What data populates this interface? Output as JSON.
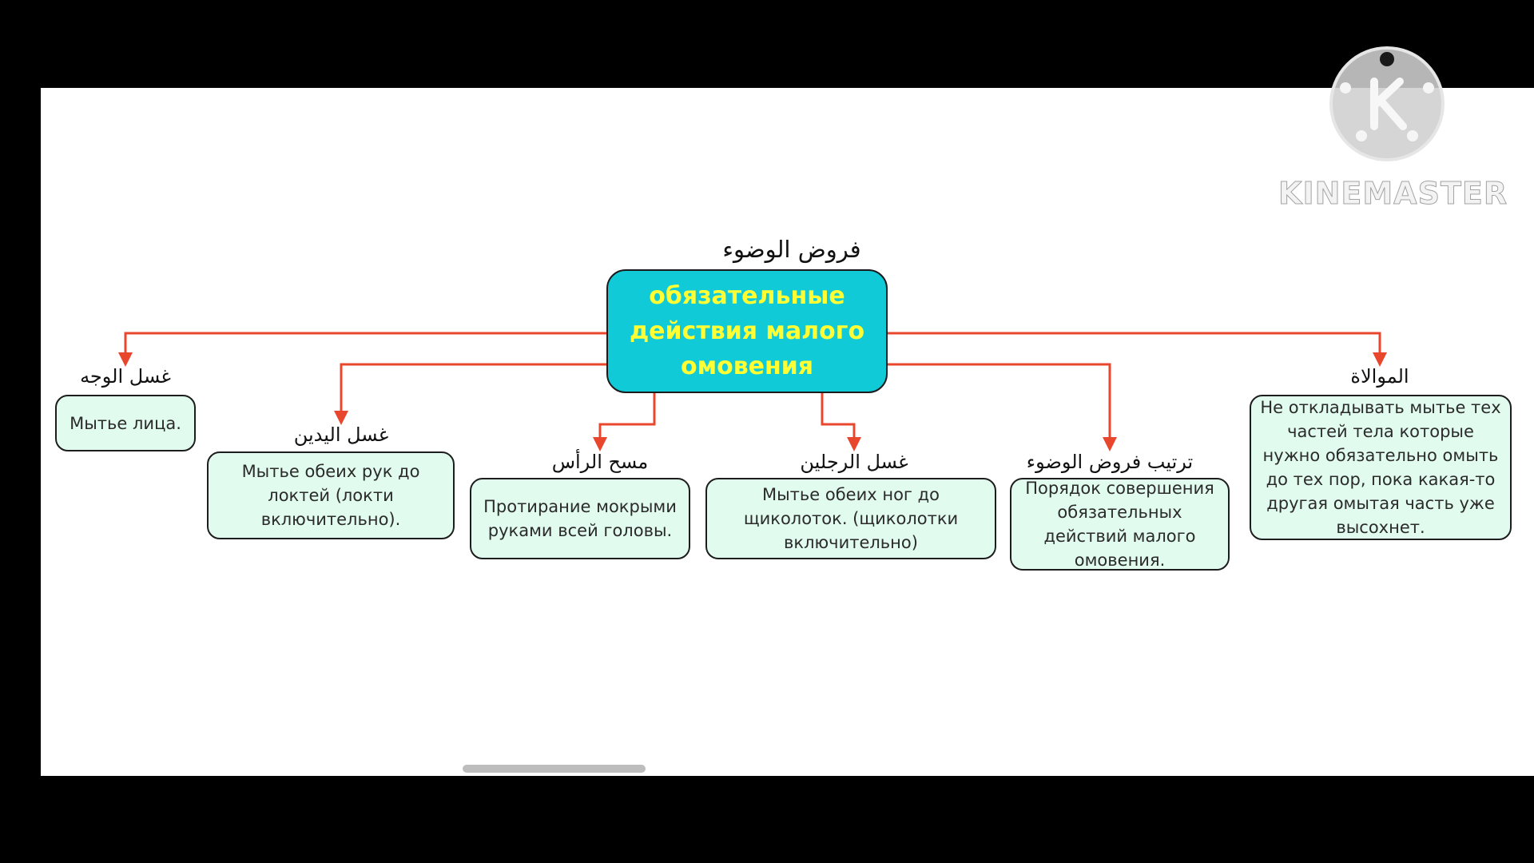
{
  "diagram": {
    "title": "فروض الوضوء",
    "center": "обязательные действия малого омовения",
    "nodes": [
      {
        "label": "غسل الوجه",
        "text": "Мытье лица."
      },
      {
        "label": "غسل اليدين",
        "text": "Мытье обеих рук до локтей (локти включительно)."
      },
      {
        "label": "مسح الرأس",
        "text": "Протирание мокрыми руками всей головы."
      },
      {
        "label": "غسل الرجلين",
        "text": "Мытье обеих ног до щиколоток. (щиколотки включительно)"
      },
      {
        "label": "ترتيب فروض الوضوء",
        "text": "Порядок совершения обязательных действий малого омовения."
      },
      {
        "label": "الموالاة",
        "text": "Не откладывать мытье тех частей тела которые нужно обязательно омыть до тех пор, пока какая-то другая омытая часть уже высохнет."
      }
    ]
  },
  "watermark": {
    "text": "KINEMASTER",
    "icon": "kinemaster-logo-icon"
  },
  "colors": {
    "connector": "#e8472d",
    "center_fill": "#11cad8",
    "center_text": "#ffff33",
    "node_fill": "#e1fbef",
    "background": "#000000"
  }
}
